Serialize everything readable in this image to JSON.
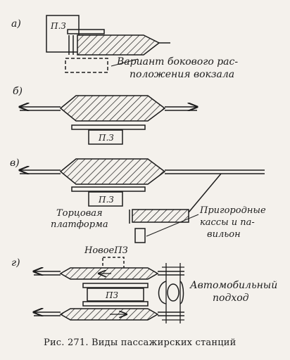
{
  "diagram": {
    "caption": "Рис. 271. Виды пассажирских станций",
    "panels": {
      "a": {
        "letter": "а)",
        "station_label": "П.З",
        "note_line1": "Вариант бокового рас-",
        "note_line2": "положения вокзала"
      },
      "b": {
        "letter": "б)",
        "station_label": "П.З"
      },
      "c": {
        "letter": "в)",
        "station_label": "П.З",
        "end_platform_line1": "Торцовая",
        "end_platform_line2": "платформа",
        "suburban_line1": "Пригородные",
        "suburban_line2": "кассы и па-",
        "suburban_line3": "вильон"
      },
      "d": {
        "letter": "г)",
        "new_station_label": "НовоеПЗ",
        "station_label": "ПЗ",
        "road_line1": "Автомобильный",
        "road_line2": "подход"
      }
    },
    "colors": {
      "ink": "#1c1c1c",
      "paper": "#f4f1ec"
    }
  }
}
